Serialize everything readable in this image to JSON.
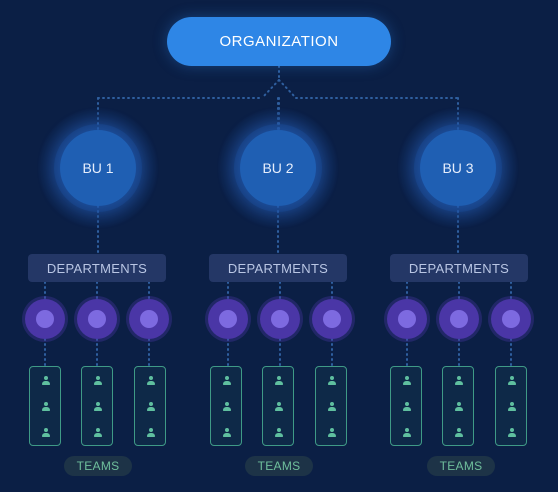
{
  "organization": {
    "label": "ORGANIZATION"
  },
  "business_units": [
    {
      "label": "BU 1",
      "departments_label": "DEPARTMENTS",
      "teams_label": "TEAMS"
    },
    {
      "label": "BU 2",
      "departments_label": "DEPARTMENTS",
      "teams_label": "TEAMS"
    },
    {
      "label": "BU 3",
      "departments_label": "DEPARTMENTS",
      "teams_label": "TEAMS"
    }
  ],
  "structure": {
    "department_nodes_per_bu": 3,
    "members_per_team": 3
  },
  "colors": {
    "background": "#0b1f45",
    "organization": "#2e86e6",
    "business_unit": "#1f5fb3",
    "department_node": "#4a36a6",
    "team": "#3f9a86",
    "connector": "#2f5f9f"
  },
  "icons": {
    "member": "person-icon"
  }
}
